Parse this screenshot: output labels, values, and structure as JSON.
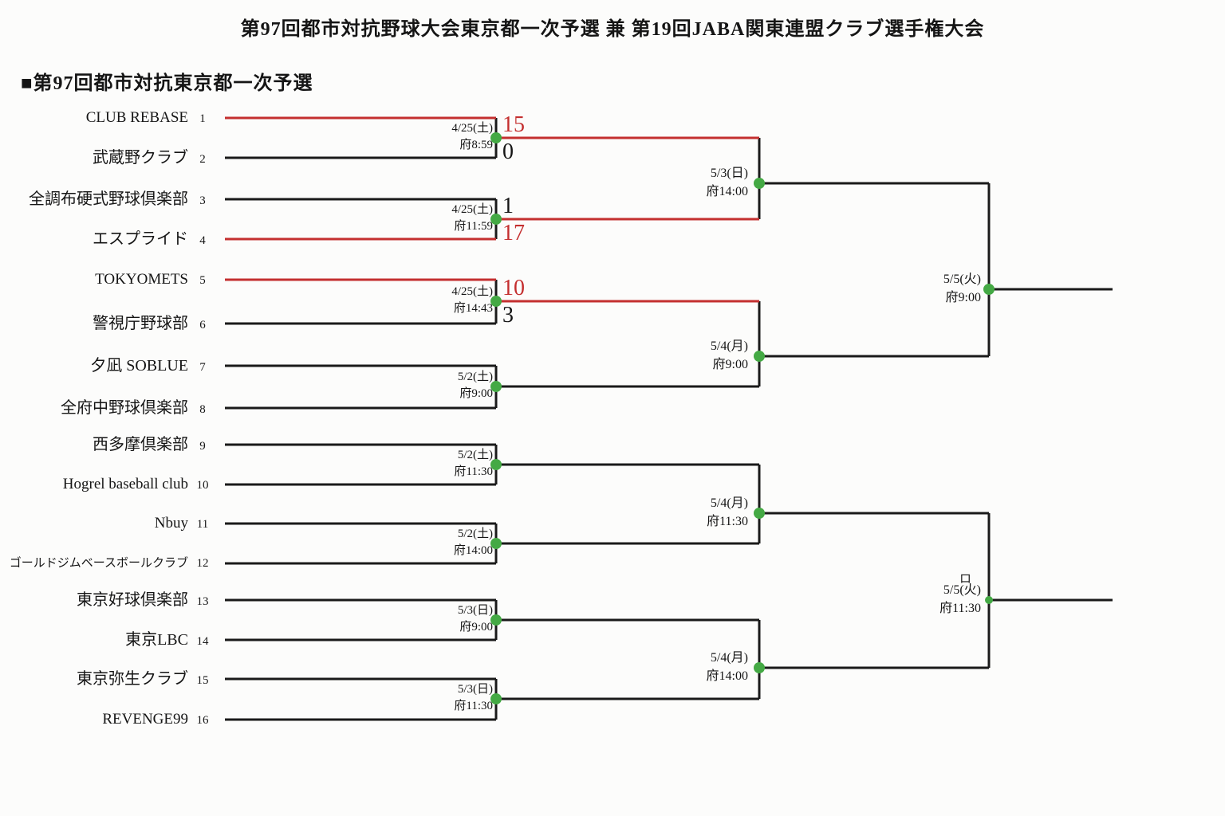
{
  "header": {
    "title": "第97回都市対抗野球大会東京都一次予選 兼 第19回JABA関東連盟クラブ選手権大会",
    "section": "■第97回都市対抗東京都一次予選"
  },
  "teams": [
    {
      "name": "CLUB REBASE",
      "seed": "1"
    },
    {
      "name": "武蔵野クラブ",
      "seed": "2"
    },
    {
      "name": "全調布硬式野球倶楽部",
      "seed": "3"
    },
    {
      "name": "エスプライド",
      "seed": "4"
    },
    {
      "name": "TOKYOMETS",
      "seed": "5"
    },
    {
      "name": "警視庁野球部",
      "seed": "6"
    },
    {
      "name": "夕凪 SOBLUE",
      "seed": "7"
    },
    {
      "name": "全府中野球倶楽部",
      "seed": "8"
    },
    {
      "name": "西多摩倶楽部",
      "seed": "9"
    },
    {
      "name": "Hogrel baseball club",
      "seed": "10"
    },
    {
      "name": "Nbuy",
      "seed": "11"
    },
    {
      "name": "ゴールドジムベースボールクラブ",
      "seed": "12"
    },
    {
      "name": "東京好球倶楽部",
      "seed": "13"
    },
    {
      "name": "東京LBC",
      "seed": "14"
    },
    {
      "name": "東京弥生クラブ",
      "seed": "15"
    },
    {
      "name": "REVENGE99",
      "seed": "16"
    }
  ],
  "round1_matches": [
    {
      "date": "4/25(土)",
      "time": "府8:59",
      "score_top": "15",
      "score_bottom": "0"
    },
    {
      "date": "4/25(土)",
      "time": "府11:59",
      "score_top": "1",
      "score_bottom": "17"
    },
    {
      "date": "4/25(土)",
      "time": "府14:43",
      "score_top": "10",
      "score_bottom": "3"
    },
    {
      "date": "5/2(土)",
      "time": "府9:00"
    },
    {
      "date": "5/2(土)",
      "time": "府11:30"
    },
    {
      "date": "5/2(土)",
      "time": "府14:00"
    },
    {
      "date": "5/3(日)",
      "time": "府9:00"
    },
    {
      "date": "5/3(日)",
      "time": "府11:30"
    }
  ],
  "round2_matches": [
    {
      "date": "5/3(日)",
      "time": "府14:00"
    },
    {
      "date": "5/4(月)",
      "time": "府9:00"
    },
    {
      "date": "5/4(月)",
      "time": "府11:30"
    },
    {
      "date": "5/4(月)",
      "time": "府14:00"
    }
  ],
  "semifinal_matches": [
    {
      "date": "5/5(火)",
      "time": "府9:00"
    },
    {
      "mark": "ロ",
      "date": "5/5(火)",
      "time": "府11:30"
    }
  ],
  "colors": {
    "line": "#1a1a1a",
    "winner_path": "#c42f2f",
    "dot": "#44a944",
    "dot_edge": "#2e7d32"
  }
}
